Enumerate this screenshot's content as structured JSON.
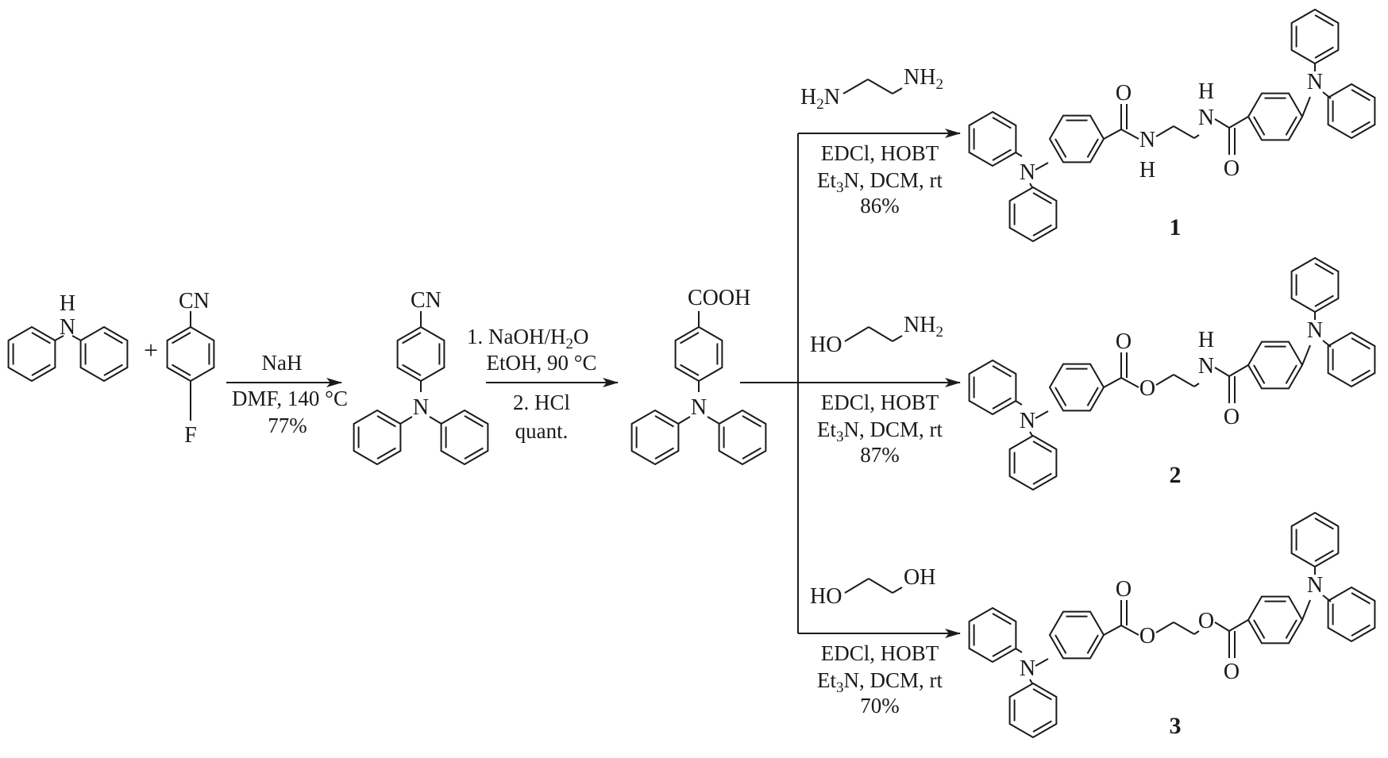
{
  "atoms": {
    "H": "H",
    "N": "N",
    "CN": "CN",
    "F": "F",
    "COOH": "COOH",
    "O": "O",
    "OH": "OH",
    "HO": "HO",
    "NH2": "NH",
    "H2N": "H",
    "sub2": "2",
    "sub3": "3"
  },
  "plus": "+",
  "step1": {
    "above": "NaH",
    "below1": "DMF, 140 °C",
    "below2": "77%"
  },
  "step2": {
    "above1_a": "1. NaOH/H",
    "above1_sub": "2",
    "above1_b": "O",
    "above2": "EtOH, 90 °C",
    "below1": "2. HCl",
    "below2": "quant."
  },
  "branches": [
    {
      "cond1": "EDCl, HOBT",
      "cond2_a": "Et",
      "cond2_sub": "3",
      "cond2_b": "N, DCM, rt",
      "yield": "86%",
      "label": "1"
    },
    {
      "cond1": "EDCl, HOBT",
      "cond2_a": "Et",
      "cond2_sub": "3",
      "cond2_b": "N, DCM, rt",
      "yield": "87%",
      "label": "2"
    },
    {
      "cond1": "EDCl, HOBT",
      "cond2_a": "Et",
      "cond2_sub": "3",
      "cond2_b": "N, DCM, rt",
      "yield": "70%",
      "label": "3"
    }
  ]
}
